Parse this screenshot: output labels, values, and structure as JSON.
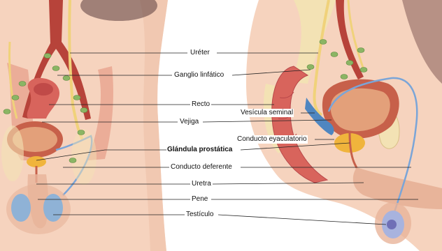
{
  "figure": {
    "labels": [
      {
        "id": "ureter",
        "text": "Uréter",
        "bold": false
      },
      {
        "id": "ganglio",
        "text": "Ganglio linfático",
        "bold": false
      },
      {
        "id": "recto",
        "text": "Recto",
        "bold": false
      },
      {
        "id": "vesicula",
        "text": "Vesícula seminal",
        "bold": false
      },
      {
        "id": "vejiga",
        "text": "Vejiga",
        "bold": false
      },
      {
        "id": "eyaculatorio",
        "text": "Conducto eyaculatorio",
        "bold": false
      },
      {
        "id": "prostata",
        "text": "Glándula prostática",
        "bold": true
      },
      {
        "id": "deferente",
        "text": "Conducto deferente",
        "bold": false
      },
      {
        "id": "uretra",
        "text": "Uretra",
        "bold": false
      },
      {
        "id": "pene",
        "text": "Pene",
        "bold": false
      },
      {
        "id": "testiculo",
        "text": "Testículo",
        "bold": false
      }
    ]
  },
  "colors": {
    "skin": "#f6d3be",
    "skin_dark": "#e8b49a",
    "muscle": "#d8645c",
    "bladder": "#c7604a",
    "prostate": "#f0b43c",
    "vessel": "#b7433a",
    "node": "#8bb564",
    "ureter": "#f0d27a",
    "duct": "#7aa5d8",
    "bone": "#f3e2b4",
    "leader": "#222222"
  }
}
